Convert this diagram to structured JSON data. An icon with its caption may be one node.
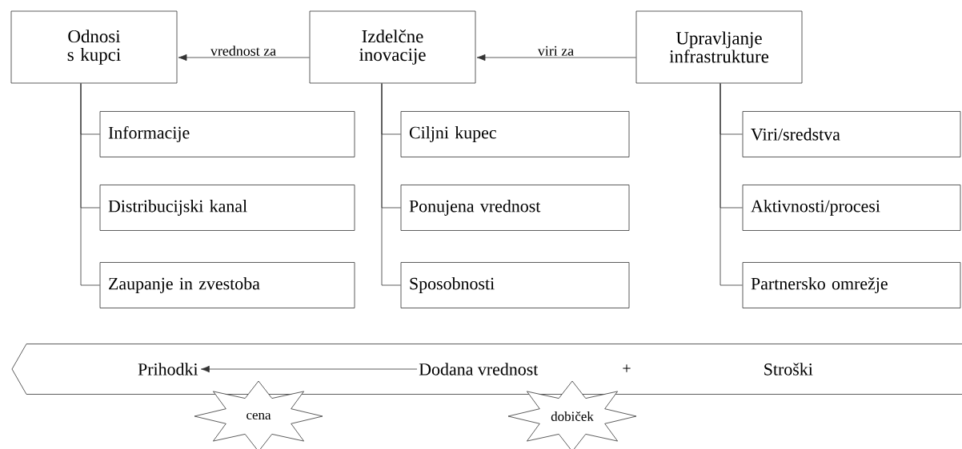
{
  "diagram": {
    "nodes": [
      {
        "text": [
          "Odnosi s kupci"
        ]
      },
      {
        "text": [
          "Izdelčne inovacije"
        ]
      },
      {
        "text": [
          "Upravljanje infrastrukture"
        ]
      },
      {
        "text": [
          "Informacije"
        ]
      },
      {
        "text": [
          "Distribucijski kanal"
        ]
      },
      {
        "text": [
          "Zaupanje in zvestoba"
        ]
      },
      {
        "text": [
          "Ciljni kupec"
        ]
      },
      {
        "text": [
          "Ponujena vrednost"
        ]
      },
      {
        "text": [
          "Sposobnosti"
        ]
      },
      {
        "text": [
          "Viri/sredstva"
        ]
      },
      {
        "text": [
          "Aktivnosti/procesi"
        ]
      },
      {
        "text": [
          "Partnersko omrežje"
        ]
      },
      {
        "text": [],
        "shape": "band"
      },
      {
        "text": [
          "Prihodki"
        ],
        "in": 12
      },
      {
        "text": [
          "Dodana vrednost"
        ],
        "in": 12
      },
      {
        "text": [
          "Stroški"
        ],
        "in": 12
      },
      {
        "text": [
          "cena"
        ]
      },
      {
        "text": [
          "dobiček"
        ]
      }
    ],
    "edges": [
      {
        "from": 1,
        "to": 0,
        "arrow": "to",
        "label": "vrednost za"
      },
      {
        "from": 2,
        "to": 1,
        "arrow": "to",
        "label": "viri za"
      },
      {
        "from": 0,
        "to": 3,
        "arrow": "none"
      },
      {
        "from": 0,
        "to": 4,
        "arrow": "none"
      },
      {
        "from": 0,
        "to": 5,
        "arrow": "none"
      },
      {
        "from": 1,
        "to": 6,
        "arrow": "none"
      },
      {
        "from": 1,
        "to": 7,
        "arrow": "none"
      },
      {
        "from": 1,
        "to": 8,
        "arrow": "none"
      },
      {
        "from": 2,
        "to": 9,
        "arrow": "none"
      },
      {
        "from": 2,
        "to": 10,
        "arrow": "none"
      },
      {
        "from": 2,
        "to": 11,
        "arrow": "none"
      },
      {
        "from": 14,
        "to": 13,
        "arrow": "to"
      }
    ],
    "labels": [
      "+"
    ]
  }
}
